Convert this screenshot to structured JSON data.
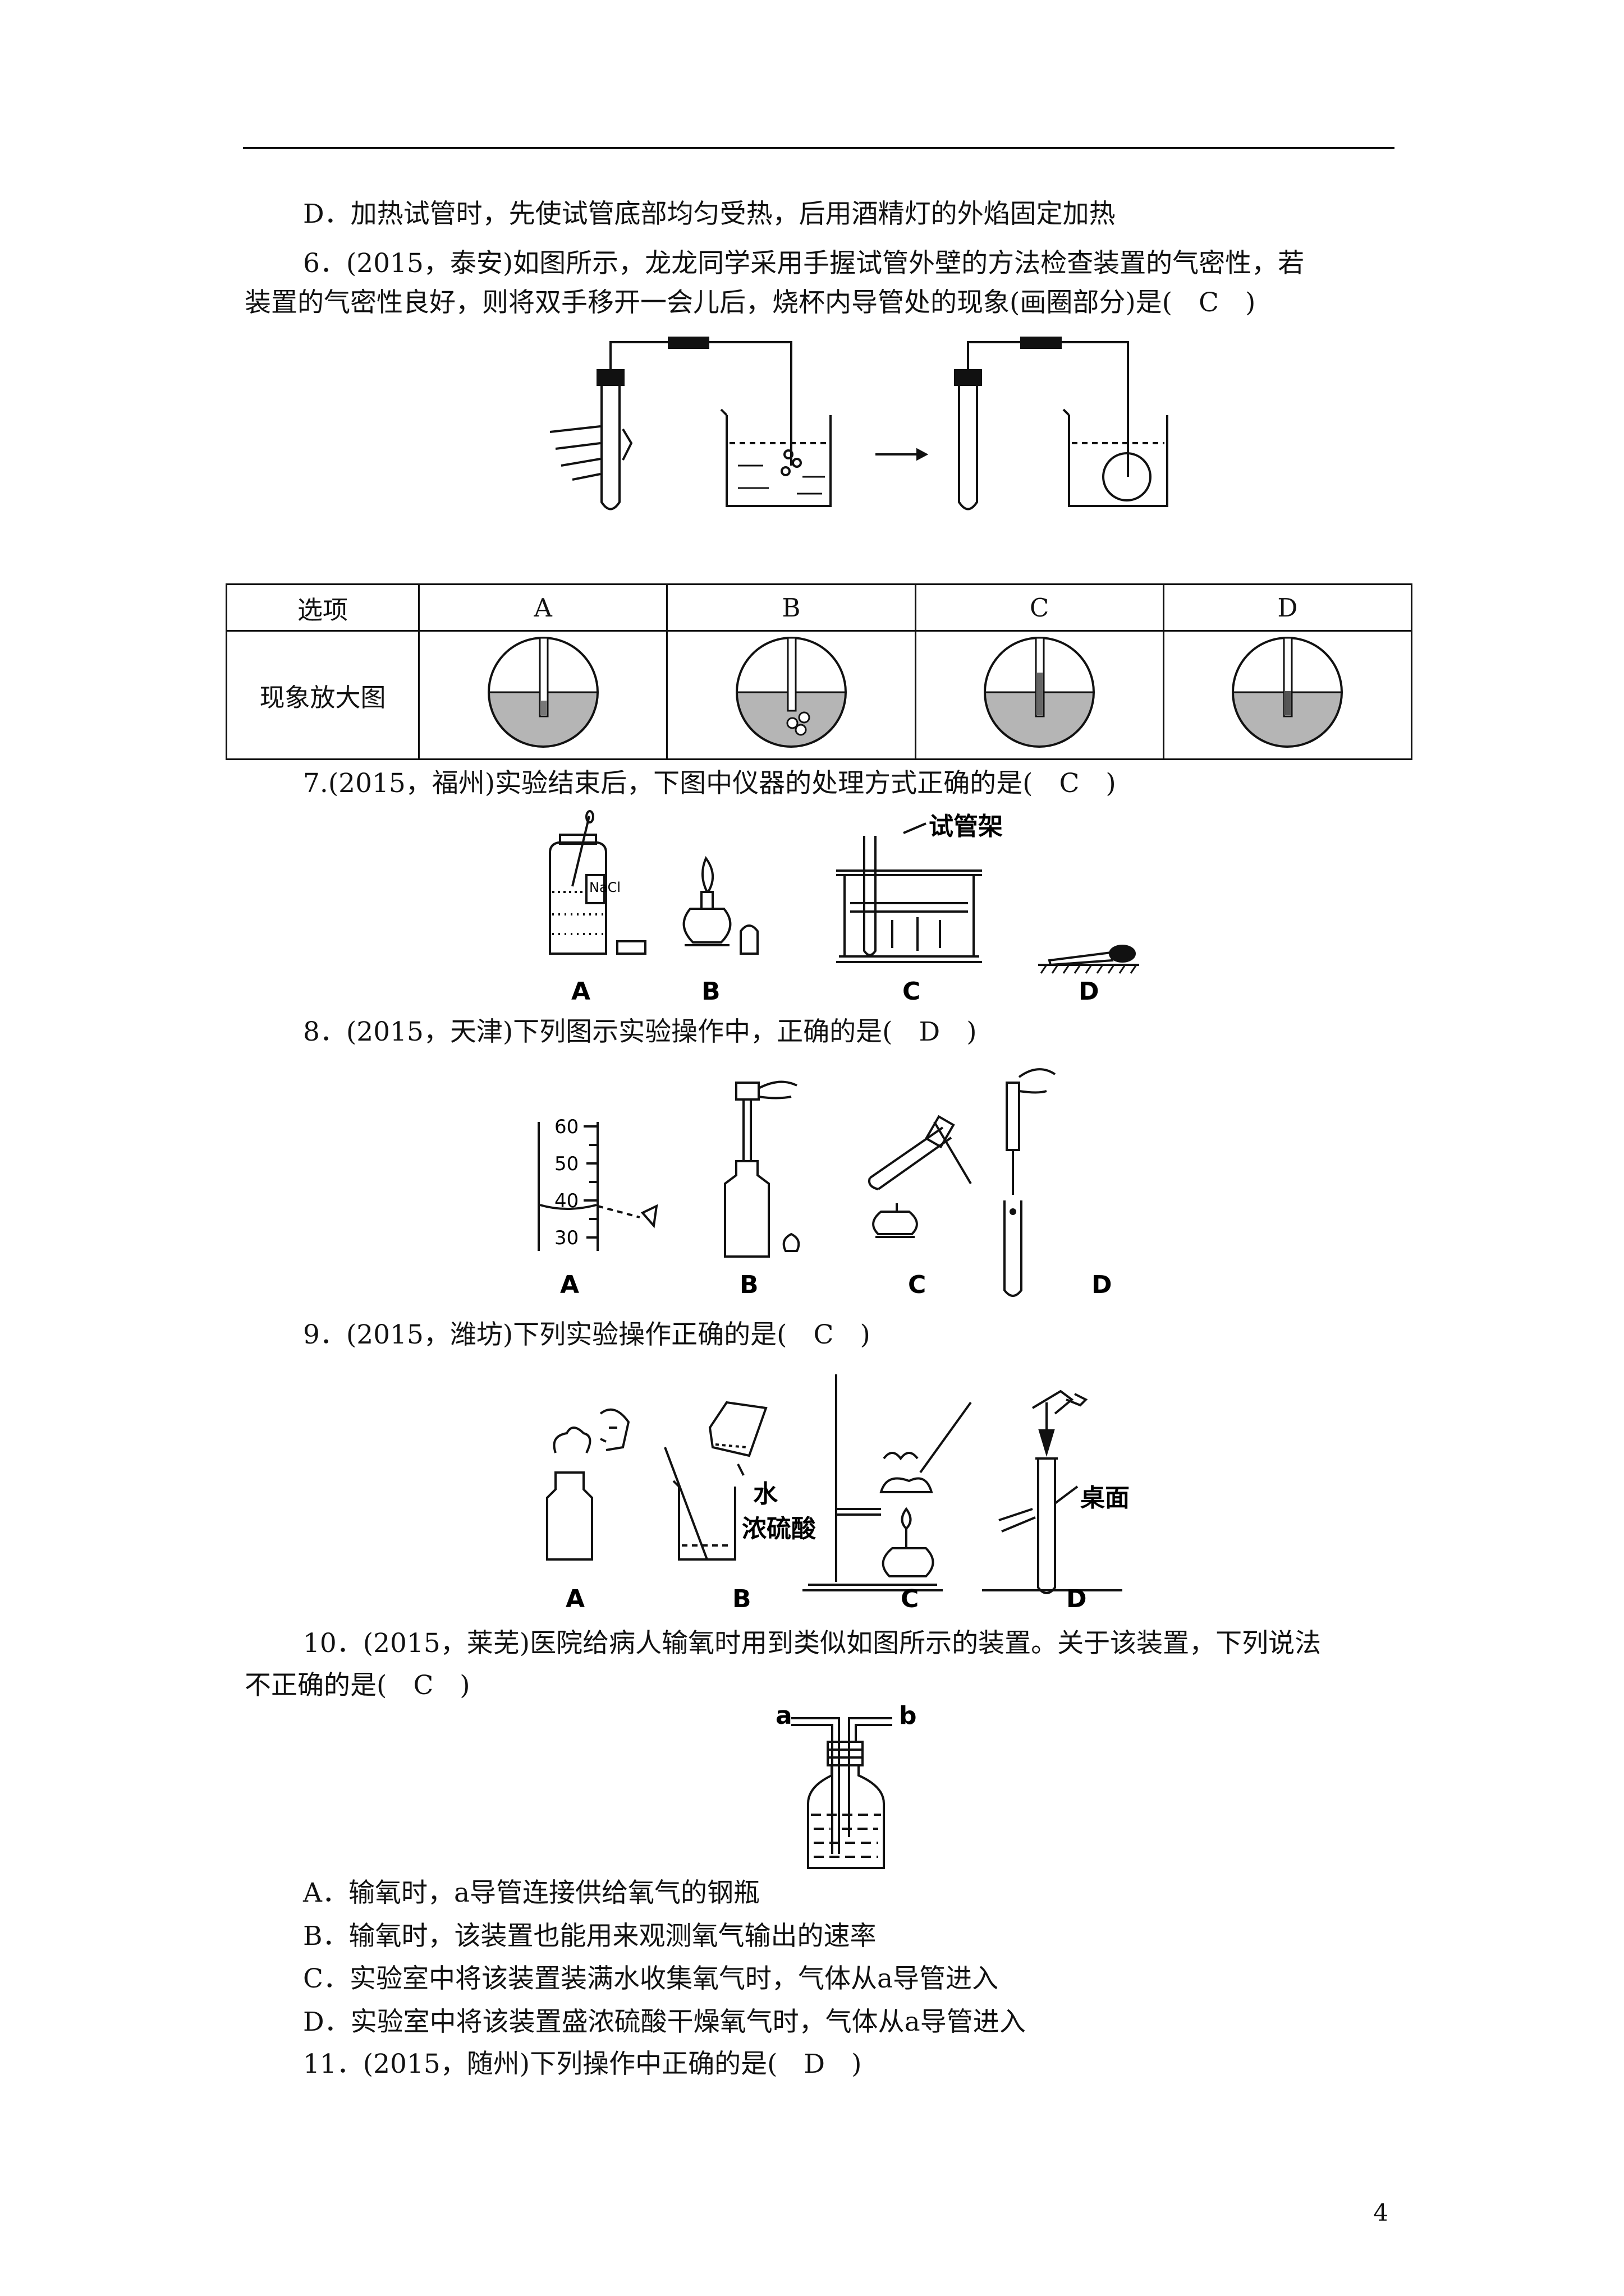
{
  "lines": {
    "q5_d": "D．加热试管时，先使试管底部均匀受热，后用酒精灯的外焰固定加热",
    "q6_line1": "6．(2015，泰安)如图所示，龙龙同学采用手握试管外壁的方法检查装置的气密性，若",
    "q6_line2": "装置的气密性良好，则将双手移开一会儿后，烧杯内导管处的现象(画圈部分)是(　C　)",
    "q7": "7.(2015，福州)实验结束后，下图中仪器的处理方式正确的是(　C　)",
    "q8": "8．(2015，天津)下列图示实验操作中，正确的是(　D　)",
    "q9": "9．(2015，潍坊)下列实验操作正确的是(　C　)",
    "q10_line1": "10．(2015，莱芜)医院给病人输氧时用到类似如图所示的装置。关于该装置，下列说法",
    "q10_line2": "不正确的是(　C　)",
    "q10_a": "A．输氧时，a导管连接供给氧气的钢瓶",
    "q10_b": "B．输氧时，该装置也能用来观测氧气输出的速率",
    "q10_c": "C．实验室中将该装置装满水收集氧气时，气体从a导管进入",
    "q10_d": "D．实验室中将该装置盛浓硫酸干燥氧气时，气体从a导管进入",
    "q11": "11．(2015，随州)下列操作中正确的是(　D　)"
  },
  "table": {
    "header_label": "选项",
    "row_label": "现象放大图",
    "options": [
      "A",
      "B",
      "C",
      "D"
    ]
  },
  "figures": {
    "q7_labels": [
      "A",
      "B",
      "C",
      "D"
    ],
    "q7_rack_label": "试管架",
    "q7_bottle_label": "NaCl",
    "q8_labels": [
      "A",
      "B",
      "C",
      "D"
    ],
    "q8_scale": [
      "60",
      "50",
      "40",
      "30"
    ],
    "q9_labels": [
      "A",
      "B",
      "C",
      "D"
    ],
    "q9_water": "水",
    "q9_acid": "浓硫酸",
    "q9_desk": "桌面",
    "q10_a": "a",
    "q10_b": "b"
  },
  "page_number": "4"
}
